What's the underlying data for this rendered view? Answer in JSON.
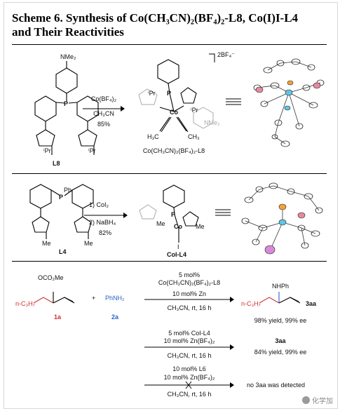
{
  "title_line1": "Scheme 6. Synthesis of Co(CH₃CN)₂(BF₄)₂-L8, Co(I)I-L4",
  "title_line2": "and Their Reactivities",
  "top": {
    "ligand_label": "L8",
    "nme2": "NMe₂",
    "pr": "ⁱPr",
    "reagent1": "Co(BF₄)₂",
    "reagent2": "CH₃CN",
    "yield": "85%",
    "charge": "2BF₄⁻",
    "complex_label": "Co(CH₃CN)₂(BF₄)₂-L8",
    "h3c": "H₃C",
    "ch3": "CH₃",
    "co": "Co",
    "nme2_gray": "NMe₂"
  },
  "middle": {
    "ligand_label": "L4",
    "ph": "Ph",
    "me": "Me",
    "step1": "1) CoI₂",
    "step2": "2) NaBH₄",
    "yield": "82%",
    "complex_label": "CoI-L4",
    "iodide": "I",
    "co": "Co"
  },
  "reactions": {
    "substrate_top": "OCO₂Me",
    "substrate_chain": "n-C₃H₇",
    "substrate_label": "1a",
    "plus": "+",
    "amine": "PhNH₂",
    "amine_label": "2a",
    "r1_cond1": "5 mol%",
    "r1_cond2": "Co(CH₃CN)₂(BF₄)₂-L8",
    "r1_cond3": "10 mol% Zn",
    "r1_cond4": "CH₃CN, rt, 16 h",
    "product_top": "NHPh",
    "product_chain": "n-C₃H₇",
    "product_label": "3aa",
    "r1_result": "98% yield, 99% ee",
    "r2_cond1": "5 mol% CoI-L4",
    "r2_cond2": "10 mol% Zn(BF₄)₂",
    "r2_cond3": "CH₃CN, rt, 16 h",
    "r2_product": "3aa",
    "r2_result": "84% yield, 99% ee",
    "r3_cond1": "10 mol% L6",
    "r3_cond2": "10 mol% Zn(BF₄)₂",
    "r3_cond3": "CH₃CN, rt, 16 h",
    "r3_result": "no 3aa was detected"
  },
  "watermark": "化学加",
  "colors": {
    "red": "#d0312d",
    "blue": "#2a63c8",
    "pink": "#e58aa0",
    "cyan": "#5ec6e6"
  }
}
